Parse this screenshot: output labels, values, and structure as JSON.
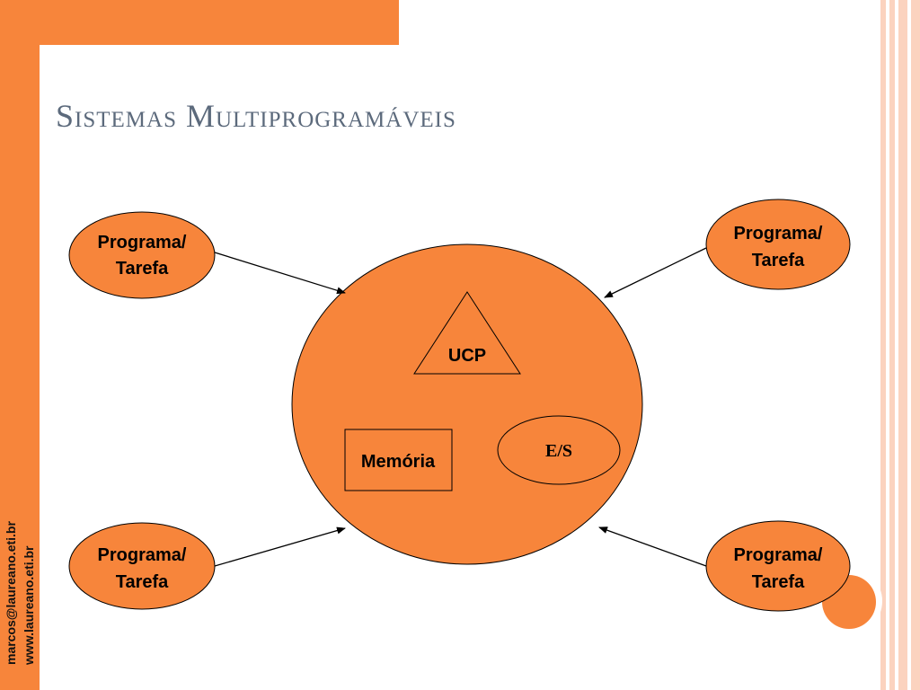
{
  "slide": {
    "title": "Sistemas Multiprogramáveis",
    "side_email": "marcos@laureano.eti.br",
    "side_site": "www.laureano.eti.br"
  },
  "diagram": {
    "program_label_line1": "Programa/",
    "program_label_line2": "Tarefa",
    "ucp_label": "UCP",
    "memory_label": "Memória",
    "io_label": "E/S"
  },
  "colors": {
    "accent": "#f7853b",
    "title": "#5c6a7c"
  }
}
